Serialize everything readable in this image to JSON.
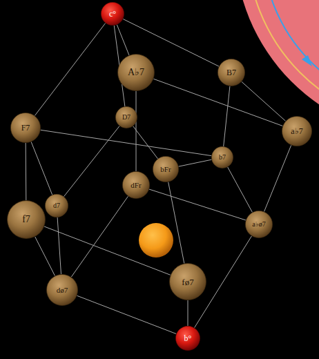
{
  "diagram": {
    "nodes": [
      {
        "text": [
          "c°"
        ]
      },
      {
        "text": [
          "A♭7"
        ]
      },
      {
        "text": [
          "B7"
        ]
      },
      {
        "text": [
          "F7"
        ]
      },
      {
        "text": [
          "D7"
        ]
      },
      {
        "text": [
          "a♭7"
        ]
      },
      {
        "text": [
          "b7"
        ]
      },
      {
        "text": [
          "dFr"
        ]
      },
      {
        "text": [
          "bFr"
        ]
      },
      {
        "text": [
          "d7"
        ]
      },
      {
        "text": [
          "f7"
        ]
      },
      {
        "text": [
          "a♭ø7"
        ]
      },
      {
        "text": [
          "dø7"
        ]
      },
      {
        "text": [
          "fø7"
        ]
      },
      {
        "text": [
          "b°"
        ]
      }
    ],
    "edges": [
      {
        "from": 0,
        "to": 3,
        "arrow": "none"
      },
      {
        "from": 0,
        "to": 1,
        "arrow": "none"
      },
      {
        "from": 0,
        "to": 2,
        "arrow": "none"
      },
      {
        "from": 0,
        "to": 4,
        "arrow": "none"
      },
      {
        "from": 1,
        "to": 7,
        "arrow": "none"
      },
      {
        "from": 1,
        "to": 5,
        "arrow": "none"
      },
      {
        "from": 2,
        "to": 5,
        "arrow": "none"
      },
      {
        "from": 2,
        "to": 6,
        "arrow": "none"
      },
      {
        "from": 3,
        "to": 10,
        "arrow": "none"
      },
      {
        "from": 3,
        "to": 6,
        "arrow": "none"
      },
      {
        "from": 3,
        "to": 9,
        "arrow": "none"
      },
      {
        "from": 4,
        "to": 9,
        "arrow": "none"
      },
      {
        "from": 4,
        "to": 8,
        "arrow": "none"
      },
      {
        "from": 5,
        "to": 11,
        "arrow": "none"
      },
      {
        "from": 6,
        "to": 11,
        "arrow": "none"
      },
      {
        "from": 6,
        "to": 8,
        "arrow": "none"
      },
      {
        "from": 7,
        "to": 11,
        "arrow": "none"
      },
      {
        "from": 7,
        "to": 12,
        "arrow": "none"
      },
      {
        "from": 8,
        "to": 13,
        "arrow": "none"
      },
      {
        "from": 9,
        "to": 12,
        "arrow": "none"
      },
      {
        "from": 10,
        "to": 12,
        "arrow": "none"
      },
      {
        "from": 10,
        "to": 13,
        "arrow": "none"
      },
      {
        "from": 11,
        "to": 14,
        "arrow": "none"
      },
      {
        "from": 12,
        "to": 14,
        "arrow": "none"
      },
      {
        "from": 13,
        "to": 14,
        "arrow": "none"
      }
    ]
  }
}
